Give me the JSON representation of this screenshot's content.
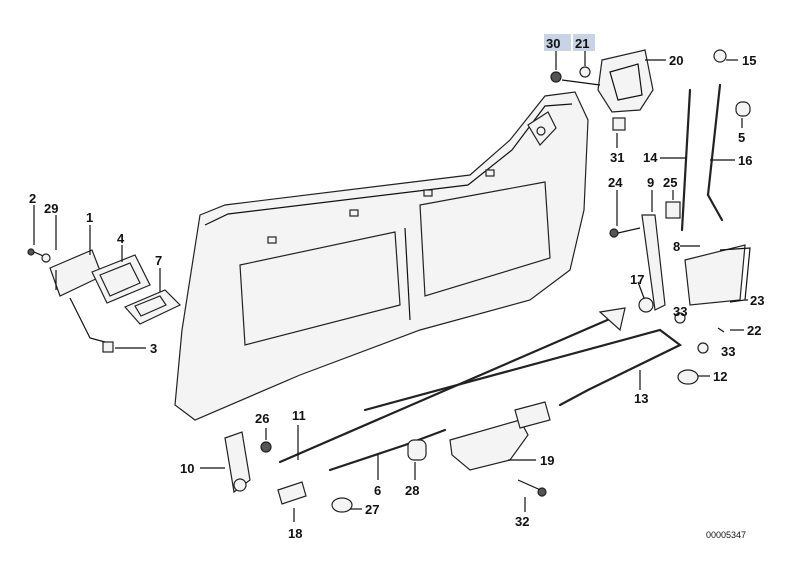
{
  "diagram": {
    "reference_number": "00005347",
    "highlighted": [
      "30",
      "21"
    ],
    "parts": {
      "p1": "1",
      "p2": "2",
      "p3": "3",
      "p4": "4",
      "p5": "5",
      "p6": "6",
      "p7": "7",
      "p8": "8",
      "p9": "9",
      "p10": "10",
      "p11": "11",
      "p12": "12",
      "p13": "13",
      "p14": "14",
      "p15": "15",
      "p16": "16",
      "p17": "17",
      "p18": "18",
      "p19": "19",
      "p20": "20",
      "p21": "21",
      "p22": "22",
      "p23": "23",
      "p24": "24",
      "p25": "25",
      "p26": "26",
      "p27": "27",
      "p28": "28",
      "p29": "29",
      "p30": "30",
      "p31": "31",
      "p32": "32",
      "p33a": "33",
      "p33b": "33"
    }
  }
}
